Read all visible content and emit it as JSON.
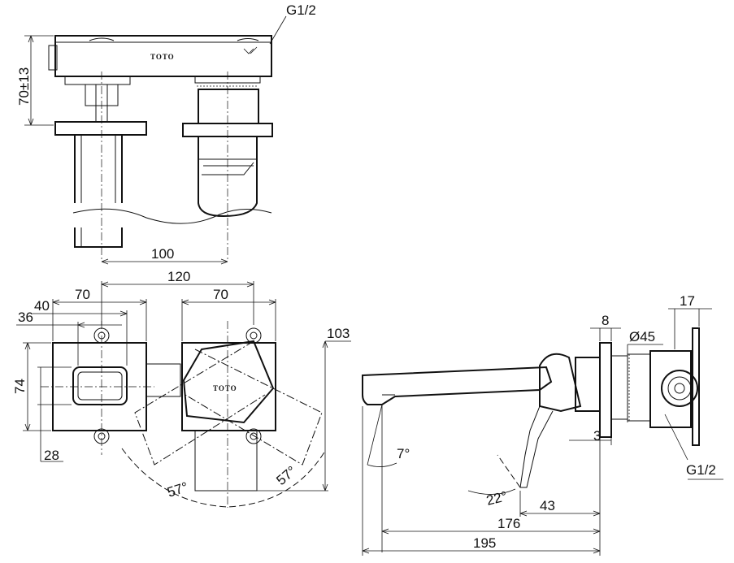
{
  "brand_logo": "TOTO",
  "top_view": {
    "thread_label": "G1/2",
    "height_dim": "70±13",
    "spacing_dim": "100"
  },
  "front_view": {
    "dim_overall": "120",
    "dim_left_width": "70",
    "dim_right_width": "70",
    "dim_40": "40",
    "dim_36": "36",
    "dim_height": "74",
    "dim_28": "28",
    "dim_103": "103",
    "angle_left": "57°",
    "angle_right": "57°"
  },
  "side_view": {
    "dim_17": "17",
    "dim_8": "8",
    "dim_diameter": "Ø45",
    "dim_3": "3",
    "thread_label": "G1/2",
    "angle_spout": "7°",
    "angle_handle": "22°",
    "dim_43": "43",
    "dim_176": "176",
    "dim_195": "195"
  }
}
